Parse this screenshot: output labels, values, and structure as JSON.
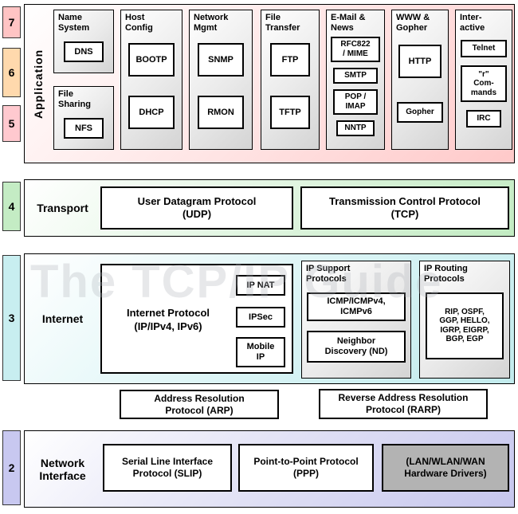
{
  "watermark": "The TCP/IP Guide",
  "layer_numbers": [
    {
      "num": "7",
      "color": "#ffc4c4"
    },
    {
      "num": "6",
      "color": "#ffd9ad"
    },
    {
      "num": "5",
      "color": "#ffc9cf"
    },
    {
      "num": "4",
      "color": "#c4ecc4"
    },
    {
      "num": "3",
      "color": "#c8eef0"
    },
    {
      "num": "2",
      "color": "#c8c8f0"
    }
  ],
  "application": {
    "label": "Application",
    "groups": [
      {
        "title": "Name\nSystem",
        "protocols": [
          "DNS"
        ]
      },
      {
        "title": "File\nSharing",
        "protocols": [
          "NFS"
        ]
      },
      {
        "title": "Host\nConfig",
        "protocols": [
          "BOOTP",
          "DHCP"
        ]
      },
      {
        "title": "Network\nMgmt",
        "protocols": [
          "SNMP",
          "RMON"
        ]
      },
      {
        "title": "File\nTransfer",
        "protocols": [
          "FTP",
          "TFTP"
        ]
      },
      {
        "title": "E-Mail &\nNews",
        "protocols": [
          "RFC822\n/ MIME",
          "SMTP",
          "POP /\nIMAP",
          "NNTP"
        ]
      },
      {
        "title": "WWW &\nGopher",
        "protocols": [
          "HTTP",
          "Gopher"
        ]
      },
      {
        "title": "Inter-\nactive",
        "protocols": [
          "Telnet",
          "\"r\"\nCom-\nmands",
          "IRC"
        ]
      }
    ]
  },
  "transport": {
    "label": "Transport",
    "udp": "User Datagram Protocol\n(UDP)",
    "tcp": "Transmission Control Protocol\n(TCP)"
  },
  "internet": {
    "label": "Internet",
    "ip": "Internet Protocol\n(IP/IPv4, IPv6)",
    "ip_sub": [
      "IP NAT",
      "IPSec",
      "Mobile\nIP"
    ],
    "support": {
      "title": "IP Support\nProtocols",
      "boxes": [
        "ICMP/ICMPv4,\nICMPv6",
        "Neighbor\nDiscovery (ND)"
      ]
    },
    "routing": {
      "title": "IP Routing\nProtocols",
      "boxes": [
        "RIP, OSPF,\nGGP, HELLO,\nIGRP, EIGRP,\nBGP, EGP"
      ]
    }
  },
  "link_mapping": {
    "arp": "Address Resolution\nProtocol (ARP)",
    "rarp": "Reverse Address Resolution\nProtocol (RARP)"
  },
  "network_interface": {
    "label": "Network\nInterface",
    "slip": "Serial Line Interface\nProtocol (SLIP)",
    "ppp": "Point-to-Point Protocol\n(PPP)",
    "hardware": "(LAN/WLAN/WAN\nHardware Drivers)"
  }
}
